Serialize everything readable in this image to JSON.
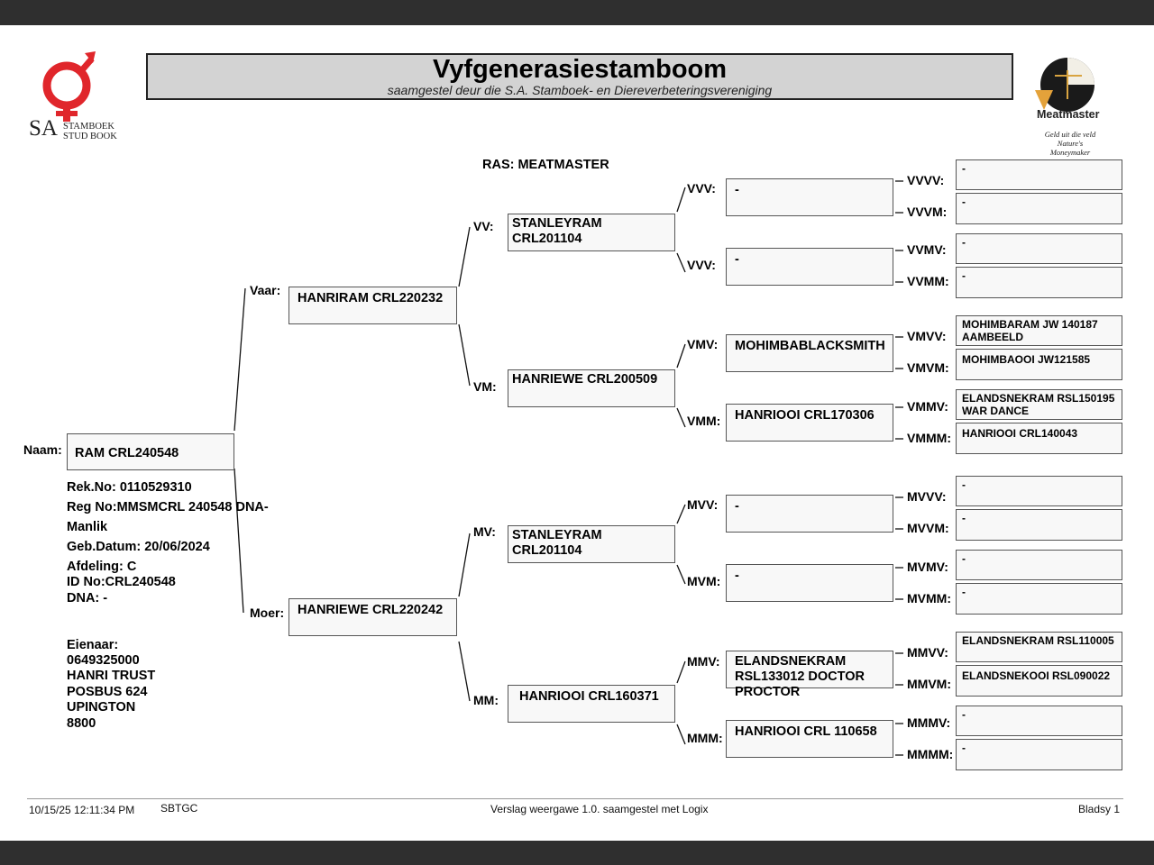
{
  "title": "Vyfgenerasiestamboom",
  "subtitle": "saamgestel deur die S.A. Stamboek- en Diereverbeteringsvereniging",
  "logo_left": {
    "sa": "SA",
    "line1": "STAMBOEK",
    "line2": "STUD BOOK"
  },
  "logo_right": {
    "brand": "Meatmaster",
    "line1": "Geld uit die veld",
    "line2": "Nature's Moneymaker"
  },
  "breed": "RAS: MEATMASTER",
  "animal": {
    "label": "Naam:",
    "name": "RAM CRL240548",
    "rek_no": "Rek.No: 0110529310",
    "reg_no": "Reg No:MMSMCRL 240548 DNA-",
    "sex": "Manlik",
    "birth": "Geb.Datum: 20/06/2024",
    "section": "Afdeling: C",
    "id_no": "ID No:CRL240548",
    "dna": "DNA: -"
  },
  "owner": {
    "label": "Eienaar:",
    "phone": "0649325000",
    "name": "HANRI TRUST",
    "address": "POSBUS 624",
    "town": "UPINGTON",
    "code": "8800"
  },
  "gen1": {
    "vaar": {
      "label": "Vaar:",
      "name": "HANRIRAM CRL220232"
    },
    "moer": {
      "label": "Moer:",
      "name": "HANRIEWE CRL220242"
    }
  },
  "gen2": {
    "vv": {
      "label": "VV:",
      "name": "STANLEYRAM\nCRL201104"
    },
    "vm": {
      "label": "VM:",
      "name": "HANRIEWE CRL200509"
    },
    "mv": {
      "label": "MV:",
      "name": "STANLEYRAM\nCRL201104"
    },
    "mm": {
      "label": "MM:",
      "name": "HANRIOOI CRL160371"
    }
  },
  "gen3": {
    "vvv": {
      "label": "VVV:",
      "name": "-"
    },
    "vvm": {
      "label": "VVV:",
      "name": "-"
    },
    "vmv": {
      "label": "VMV:",
      "name": "MOHIMBABLACKSMITH"
    },
    "vmm": {
      "label": "VMM:",
      "name": "HANRIOOI CRL170306"
    },
    "mvv": {
      "label": "MVV:",
      "name": "-"
    },
    "mvm": {
      "label": "MVM:",
      "name": "-"
    },
    "mmv": {
      "label": "MMV:",
      "name": "ELANDSNEKRAM\nRSL133012 DOCTOR\nPROCTOR"
    },
    "mmm": {
      "label": "MMM:",
      "name": "HANRIOOI CRL 110658"
    }
  },
  "gen4": {
    "vvvv": {
      "label": "VVVV:",
      "name": "-"
    },
    "vvvm": {
      "label": "VVVM:",
      "name": "-"
    },
    "vvmv": {
      "label": "VVMV:",
      "name": "-"
    },
    "vvmm": {
      "label": "VVMM:",
      "name": "-"
    },
    "vmvv": {
      "label": "VMVV:",
      "name": "MOHIMBARAM JW 140187\nAAMBEELD"
    },
    "vmvm": {
      "label": "VMVM:",
      "name": "MOHIMBAOOI JW121585"
    },
    "vmmv": {
      "label": "VMMV:",
      "name": "ELANDSNEKRAM RSL150195\nWAR DANCE"
    },
    "vmmm": {
      "label": "VMMM:",
      "name": "HANRIOOI CRL140043"
    },
    "mvvv": {
      "label": "MVVV:",
      "name": "-"
    },
    "mvvm": {
      "label": "MVVM:",
      "name": "-"
    },
    "mvmv": {
      "label": "MVMV:",
      "name": "-"
    },
    "mvmm": {
      "label": "MVMM:",
      "name": "-"
    },
    "mmvv": {
      "label": "MMVV:",
      "name": "ELANDSNEKRAM RSL110005"
    },
    "mmvm": {
      "label": "MMVM:",
      "name": "ELANDSNEKOOI RSL090022"
    },
    "mmmv": {
      "label": "MMMV:",
      "name": "-"
    },
    "mmmm": {
      "label": "MMMM:",
      "name": "-"
    }
  },
  "footer": {
    "timestamp": "10/15/25 12:11:34 PM",
    "code": "SBTGC",
    "version": "Verslag weergawe 1.0. saamgestel met Logix",
    "page": "Bladsy 1"
  }
}
